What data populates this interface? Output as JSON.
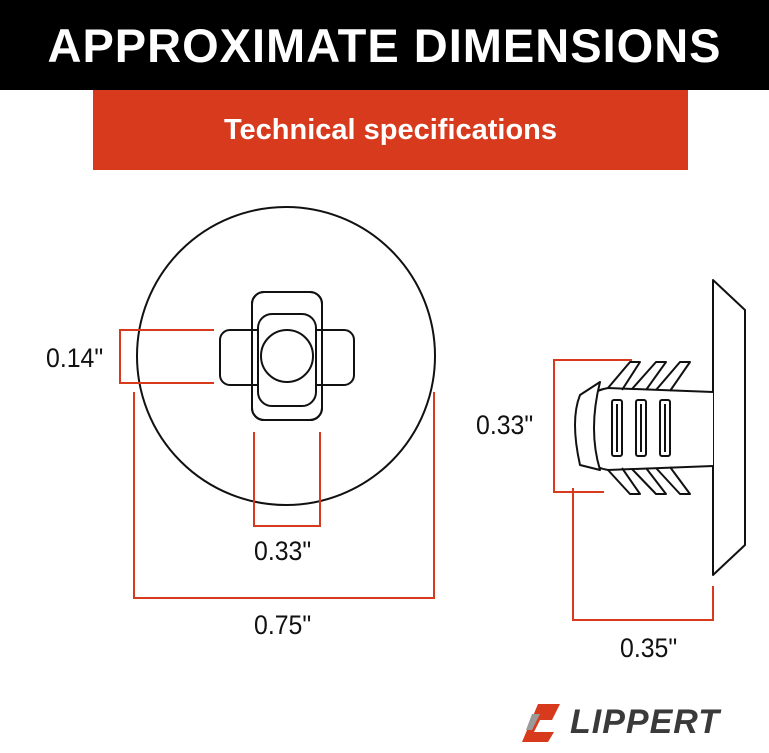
{
  "header": {
    "title": "APPROXIMATE DIMENSIONS"
  },
  "subheader": {
    "title": "Technical specifications"
  },
  "dimensions": {
    "tab_height": "0.14\"",
    "hub_width": "0.33\"",
    "head_diameter": "0.75\"",
    "shank_height": "0.33\"",
    "shank_length": "0.35\""
  },
  "brand": {
    "name": "LIPPERT"
  },
  "colors": {
    "header_bg": "#000000",
    "accent": "#d83a1e",
    "line": "#111111"
  }
}
